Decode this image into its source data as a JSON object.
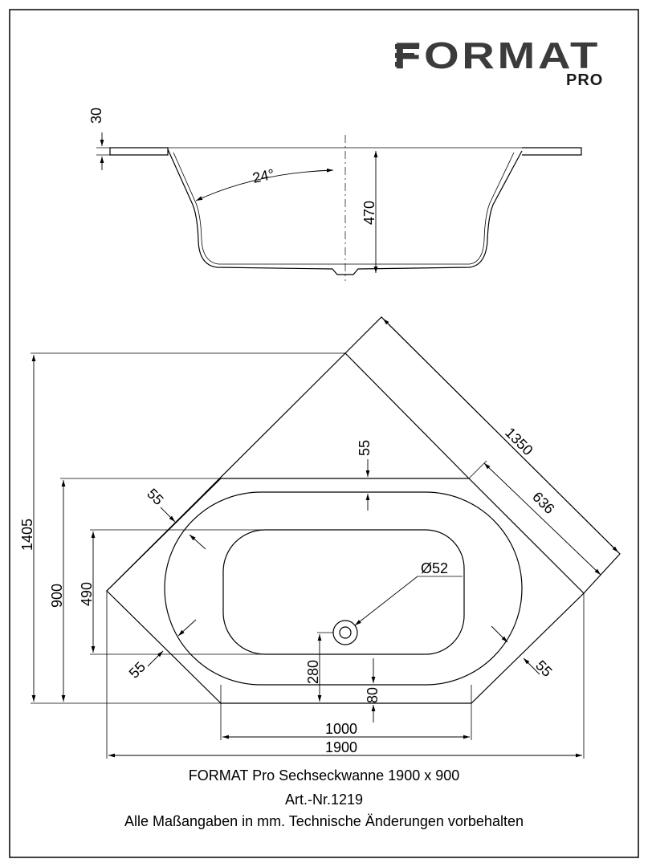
{
  "logo": {
    "brand": "FORMAT",
    "sub": "PRO"
  },
  "dimensions": {
    "rim_height": "30",
    "slope_angle": "24°",
    "depth": "470",
    "diagonal_width": "1350",
    "diagonal_inner": "636",
    "top_margin": "55",
    "left_margin_upper": "55",
    "left_margin_lower": "55",
    "right_margin_lower": "55",
    "outer_height": "1405",
    "total_depth": "900",
    "inner_depth": "490",
    "drain_diameter": "Ø52",
    "drain_offset": "280",
    "bottom_margin": "80",
    "inner_length": "1000",
    "total_length": "1900"
  },
  "caption": {
    "line1": "FORMAT Pro Sechseckwanne 1900 x 900",
    "line2": "Art.-Nr.1219",
    "line3": "Alle Maßangaben in mm. Technische Änderungen vorbehalten"
  }
}
